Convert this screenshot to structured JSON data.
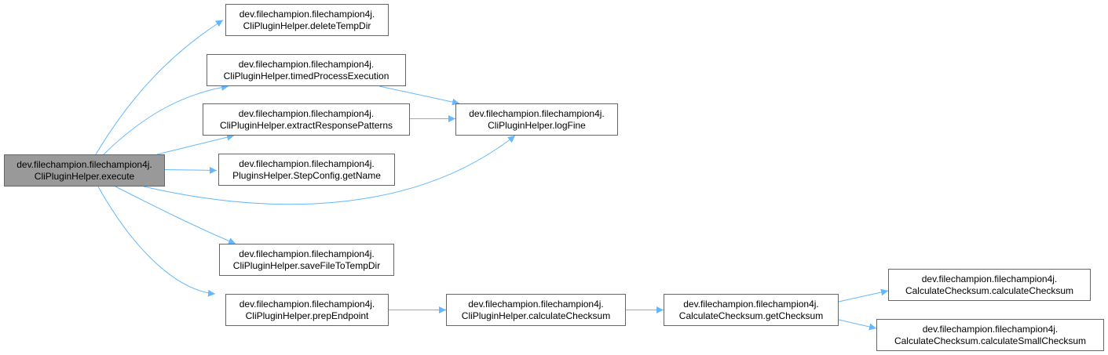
{
  "colors": {
    "edge": "#63b8ff",
    "root_fill": "#999999",
    "node_border": "#666666"
  },
  "nodes": {
    "execute": {
      "line1": "dev.filechampion.filechampion4j.",
      "line2": "CliPluginHelper.execute"
    },
    "deleteTempDir": {
      "line1": "dev.filechampion.filechampion4j.",
      "line2": "CliPluginHelper.deleteTempDir"
    },
    "timedProcessExecution": {
      "line1": "dev.filechampion.filechampion4j.",
      "line2": "CliPluginHelper.timedProcessExecution"
    },
    "extractResponsePatterns": {
      "line1": "dev.filechampion.filechampion4j.",
      "line2": "CliPluginHelper.extractResponsePatterns"
    },
    "getName": {
      "line1": "dev.filechampion.filechampion4j.",
      "line2": "PluginsHelper.StepConfig.getName"
    },
    "logFine": {
      "line1": "dev.filechampion.filechampion4j.",
      "line2": "CliPluginHelper.logFine"
    },
    "saveFileToTempDir": {
      "line1": "dev.filechampion.filechampion4j.",
      "line2": "CliPluginHelper.saveFileToTempDir"
    },
    "prepEndpoint": {
      "line1": "dev.filechampion.filechampion4j.",
      "line2": "CliPluginHelper.prepEndpoint"
    },
    "cliCalculateChecksum": {
      "line1": "dev.filechampion.filechampion4j.",
      "line2": "CliPluginHelper.calculateChecksum"
    },
    "getChecksum": {
      "line1": "dev.filechampion.filechampion4j.",
      "line2": "CalculateChecksum.getChecksum"
    },
    "calculateChecksum": {
      "line1": "dev.filechampion.filechampion4j.",
      "line2": "CalculateChecksum.calculateChecksum"
    },
    "calculateSmallChecksum": {
      "line1": "dev.filechampion.filechampion4j.",
      "line2": "CalculateChecksum.calculateSmallChecksum"
    }
  },
  "edges": [
    [
      "execute",
      "deleteTempDir"
    ],
    [
      "execute",
      "timedProcessExecution"
    ],
    [
      "execute",
      "extractResponsePatterns"
    ],
    [
      "execute",
      "getName"
    ],
    [
      "execute",
      "logFine"
    ],
    [
      "execute",
      "saveFileToTempDir"
    ],
    [
      "execute",
      "prepEndpoint"
    ],
    [
      "timedProcessExecution",
      "logFine"
    ],
    [
      "extractResponsePatterns",
      "logFine"
    ],
    [
      "prepEndpoint",
      "cliCalculateChecksum"
    ],
    [
      "cliCalculateChecksum",
      "getChecksum"
    ],
    [
      "getChecksum",
      "calculateChecksum"
    ],
    [
      "getChecksum",
      "calculateSmallChecksum"
    ]
  ]
}
